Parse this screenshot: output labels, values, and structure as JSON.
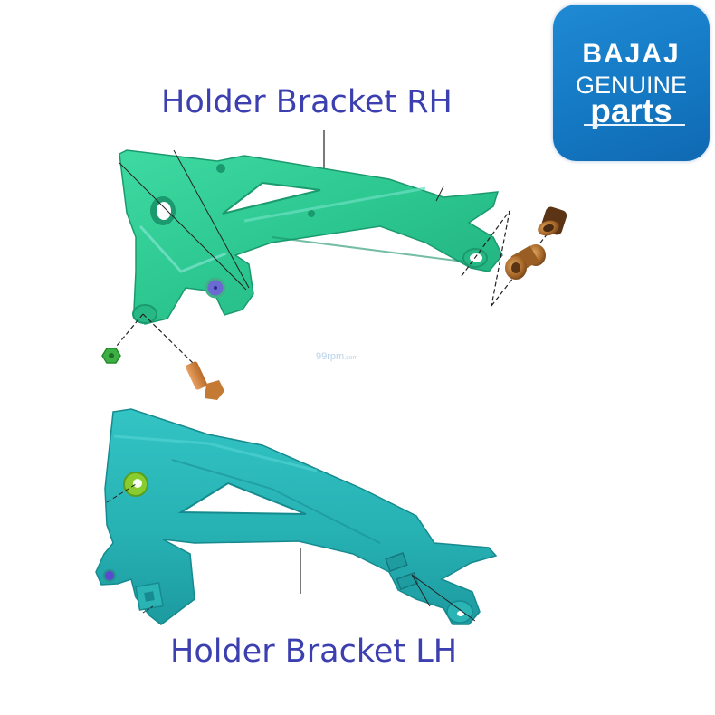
{
  "logo": {
    "brand": "BAJAJ",
    "line1": "GENUINE",
    "line2": "parts",
    "background_color": "#1a80cc"
  },
  "labels": {
    "top_part": "Holder Bracket RH",
    "bottom_part": "Holder Bracket LH",
    "color": "#3c3fb0"
  },
  "watermark": {
    "main": "99rpm",
    "suffix": ".com"
  },
  "parts": [
    {
      "name": "Holder Bracket RH",
      "color": "#2fcf96"
    },
    {
      "name": "Holder Bracket LH",
      "color": "#2ab8b8"
    },
    {
      "name": "bushing-collar",
      "color": "#a86a2a"
    },
    {
      "name": "bushing-sleeve",
      "color": "#b87a36"
    },
    {
      "name": "nut",
      "color": "#3cb044"
    },
    {
      "name": "bolt",
      "color": "#d0843e"
    }
  ]
}
